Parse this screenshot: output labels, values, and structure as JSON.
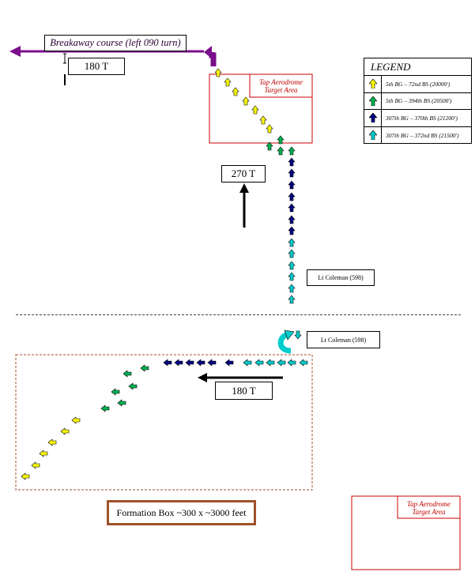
{
  "breakaway": {
    "label": "Breakaway course (left 090 turn)"
  },
  "headings": {
    "top_180": "180 T",
    "mid_270": "270 T",
    "bottom_180": "180 T"
  },
  "target_top": {
    "line1": "Tap Aerodrome",
    "line2": "Target Area"
  },
  "target_bottom": {
    "line1": "Tap Aerodrome",
    "line2": "Target Area"
  },
  "legend": {
    "title": "LEGEND",
    "rows": [
      {
        "label": "5th BG – 72nd BS (20000')",
        "color": "#ffff00",
        "icon": "up-arrow-icon"
      },
      {
        "label": "5th BG – 394th BS (20500')",
        "color": "#00b050",
        "icon": "up-arrow-icon"
      },
      {
        "label": "307th BG – 370th BS (21200')",
        "color": "#000080",
        "icon": "up-arrow-icon"
      },
      {
        "label": "307th BG – 372nd BS (21500')",
        "color": "#00cccc",
        "icon": "up-arrow-icon"
      }
    ]
  },
  "coleman_top": {
    "label": "Lt Coleman (598)"
  },
  "coleman_bottom": {
    "label": "Lt Coleman (598)"
  },
  "formation_box": {
    "label": "Formation Box ~300 x ~3000 feet"
  },
  "colors": {
    "purple": "#7b0e8c",
    "red": "#cc0000",
    "yellow": "#ffff00",
    "green": "#00b050",
    "navy": "#000080",
    "cyan": "#00cccc",
    "brown": "#a0522d"
  },
  "icons": [
    "up-arrow-icon",
    "left-arrow-icon",
    "u-turn-arrow-icon"
  ]
}
